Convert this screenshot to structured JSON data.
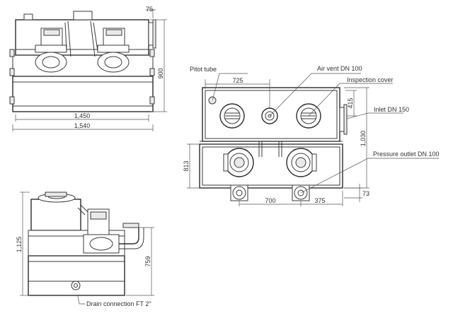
{
  "dimensions": {
    "front_w_inner": "1,450",
    "front_w_outer": "1,540",
    "front_h": "900",
    "front_top": "75",
    "top_725": "725",
    "top_415": "415",
    "top_1030": "1,030",
    "top_813": "813",
    "top_700": "700",
    "top_375": "375",
    "top_73": "73",
    "side_1125": "1,125",
    "side_759": "759"
  },
  "labels": {
    "pitot_tube": "Pitot tube",
    "air_vent": "Air vent DN 100",
    "inspection_cover": "Inspection cover",
    "inlet": "Inlet DN 150",
    "pressure_outlet": "Pressure outlet DN 100",
    "drain_connection": "Drain connection FT 2ʺ"
  }
}
